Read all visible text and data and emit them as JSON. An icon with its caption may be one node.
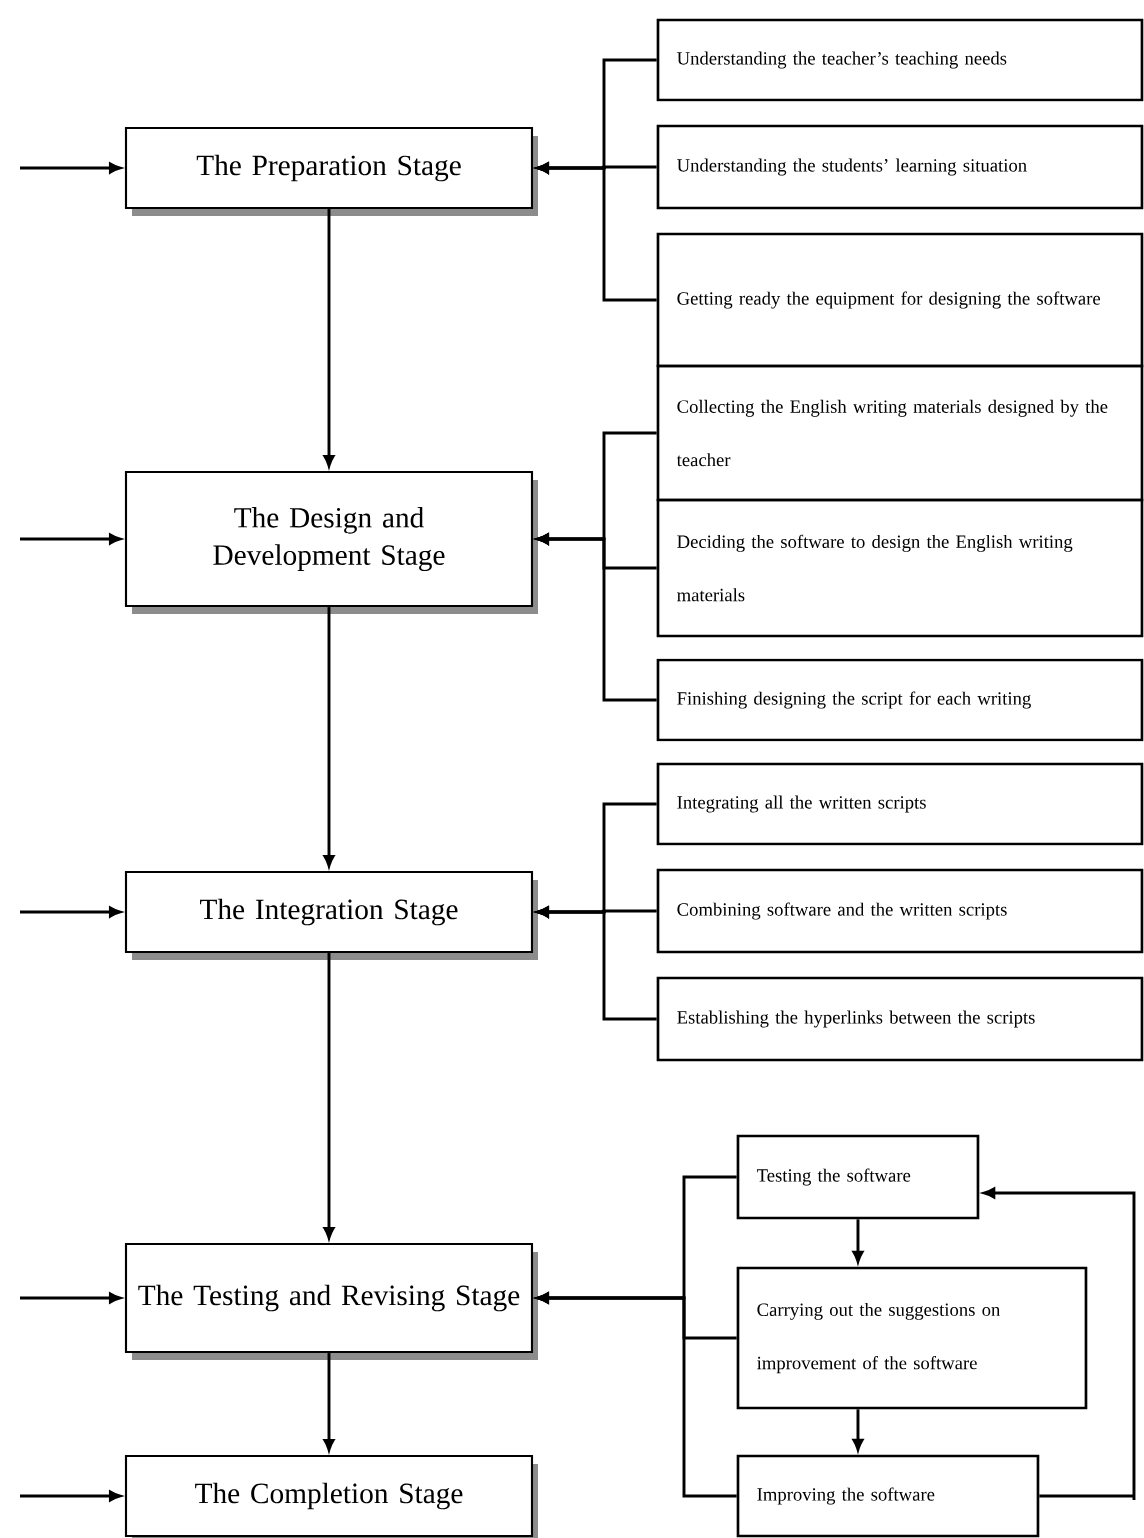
{
  "diagram": {
    "nodes": [
      {
        "text": [
          "The Preparation Stage"
        ]
      },
      {
        "text": [
          "The Design and Development Stage"
        ]
      },
      {
        "text": [
          "The Integration Stage"
        ]
      },
      {
        "text": [
          "The Testing and Revising Stage"
        ]
      },
      {
        "text": [
          "The Completion Stage"
        ]
      },
      {
        "text": [
          "Understanding the teacher’s teaching needs"
        ]
      },
      {
        "text": [
          "Understanding the students’ learning situation"
        ]
      },
      {
        "text": [
          "Getting ready the equipment for designing the software"
        ]
      },
      {
        "text": [
          "Collecting the English writing materials designed by the teacher"
        ]
      },
      {
        "text": [
          "Deciding the software to design the English writing materials"
        ]
      },
      {
        "text": [
          "Finishing designing the script for each writing"
        ]
      },
      {
        "text": [
          "Integrating all the written scripts"
        ]
      },
      {
        "text": [
          "Combining software and the written scripts"
        ]
      },
      {
        "text": [
          "Establishing the hyperlinks between the scripts"
        ]
      },
      {
        "text": [
          "Testing the software"
        ]
      },
      {
        "text": [
          "Carrying out the suggestions on improvement of the software"
        ]
      },
      {
        "text": [
          "Improving the software"
        ]
      }
    ],
    "edges": [
      {
        "from": null,
        "to": 0,
        "arrow": "to"
      },
      {
        "from": null,
        "to": 1,
        "arrow": "to"
      },
      {
        "from": null,
        "to": 2,
        "arrow": "to"
      },
      {
        "from": null,
        "to": 3,
        "arrow": "to"
      },
      {
        "from": null,
        "to": 4,
        "arrow": "to"
      },
      {
        "from": 0,
        "to": 1,
        "arrow": "to"
      },
      {
        "from": 1,
        "to": 2,
        "arrow": "to"
      },
      {
        "from": 2,
        "to": 3,
        "arrow": "to"
      },
      {
        "from": 3,
        "to": 4,
        "arrow": "to"
      },
      {
        "from": 5,
        "to": 0,
        "arrow": "to"
      },
      {
        "from": 6,
        "to": 0,
        "arrow": "to"
      },
      {
        "from": 7,
        "to": 0,
        "arrow": "to"
      },
      {
        "from": 8,
        "to": 1,
        "arrow": "to"
      },
      {
        "from": 9,
        "to": 1,
        "arrow": "to"
      },
      {
        "from": 10,
        "to": 1,
        "arrow": "to"
      },
      {
        "from": 11,
        "to": 2,
        "arrow": "to"
      },
      {
        "from": 12,
        "to": 2,
        "arrow": "to"
      },
      {
        "from": 13,
        "to": 2,
        "arrow": "to"
      },
      {
        "from": 14,
        "to": 3,
        "arrow": "to"
      },
      {
        "from": 15,
        "to": 3,
        "arrow": "to"
      },
      {
        "from": 16,
        "to": 3,
        "arrow": "to"
      },
      {
        "from": 14,
        "to": 15,
        "arrow": "to"
      },
      {
        "from": 15,
        "to": 16,
        "arrow": "to"
      },
      {
        "from": 16,
        "to": 14,
        "arrow": "to"
      }
    ]
  }
}
